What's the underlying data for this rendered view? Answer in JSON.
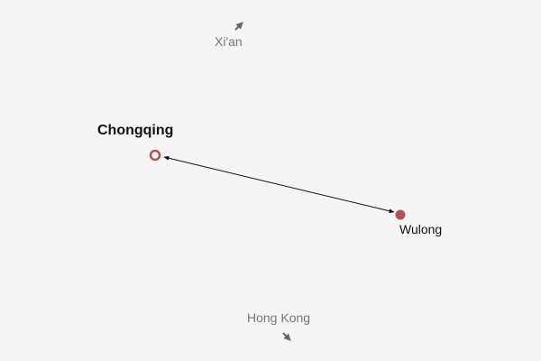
{
  "map": {
    "origin": {
      "name": "Chongqing",
      "marker": "hollow-circle"
    },
    "destination": {
      "name": "Wulong",
      "marker": "filled-circle"
    },
    "offscreen": [
      {
        "name": "Xi'an",
        "direction": "north-east"
      },
      {
        "name": "Hong Kong",
        "direction": "south-east"
      }
    ],
    "colors": {
      "marker": "#b05258",
      "offscreen": "#777777",
      "route": "#111111",
      "background": "#f5f5f5"
    }
  }
}
